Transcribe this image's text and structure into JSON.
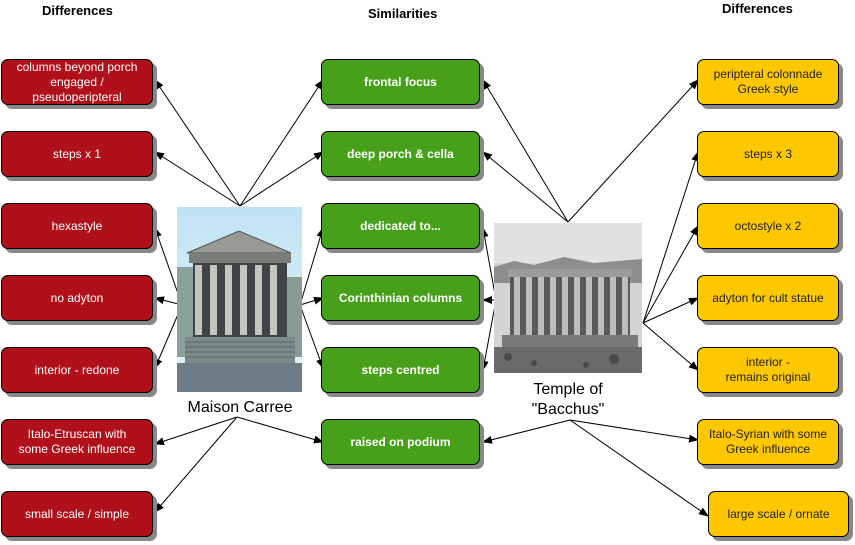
{
  "headers": {
    "left": "Differences",
    "middle": "Similarities",
    "right": "Differences"
  },
  "left_items": [
    "columns beyond porch\nengaged /\npseudoperipteral",
    "steps x 1",
    "hexastyle",
    "no adyton",
    "interior - redone",
    "Italo-Etruscan with\nsome Greek influence",
    "small scale / simple"
  ],
  "middle_items": [
    "frontal focus",
    "deep porch & cella",
    "dedicated to...",
    "Corinthinian columns",
    "steps centred",
    "raised on podium"
  ],
  "right_items": [
    "peripteral colonnade\nGreek style",
    "steps x 3",
    "octostyle x 2",
    "adyton for cult statue",
    "interior -\nremains original",
    "Italo-Syrian with some\nGreek influence",
    "large scale / ornate"
  ],
  "captions": {
    "left_temple": "Maison Carree",
    "right_temple": "Temple of\n\"Bacchus\""
  },
  "colors": {
    "differences_left": "#b0101a",
    "similarities": "#47a01a",
    "differences_right": "#fdc800"
  }
}
